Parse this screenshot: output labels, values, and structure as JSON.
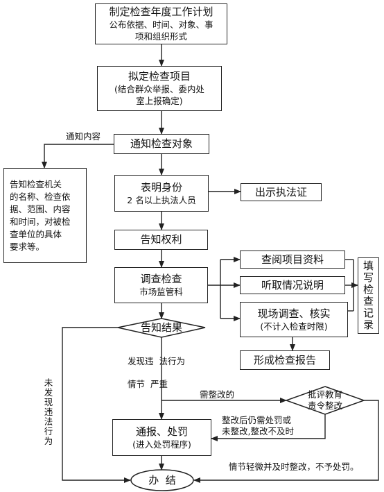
{
  "nodes": {
    "plan": {
      "title": "制定检查年度工作计划",
      "sub": [
        "公布依据、时间、对象、事",
        "项和组织形式"
      ]
    },
    "items": {
      "title": "拟定检查项目",
      "sub": [
        "(结合群众举报、委内处",
        "室上报确定)"
      ]
    },
    "notify": {
      "title": "通知检查对象"
    },
    "notice_content": {
      "lines": [
        "告知检查机关",
        "的名称、检查依",
        "据、范围、内容",
        "和时间，对被检",
        "查单位的具体",
        "要求等。"
      ]
    },
    "identity": {
      "title": "表明身份",
      "sub": "2 名以上执法人员"
    },
    "show_cert": {
      "title": "出示执法证"
    },
    "rights": {
      "title": "告知权利"
    },
    "investigate": {
      "title": "调查检查",
      "sub": "市场监管科"
    },
    "review_docs": {
      "title": "查阅项目资料"
    },
    "hear": {
      "title": "听取情况说明"
    },
    "site": {
      "title": "现场调查、核实",
      "sub": "(不计入检查时限)"
    },
    "record": {
      "chars": [
        "填",
        "写",
        "检",
        "查",
        "记",
        "录"
      ]
    },
    "result": {
      "title": "告知结果"
    },
    "report": {
      "title": "形成检查报告"
    },
    "educate": {
      "lines": [
        "批评教育",
        "责令整改"
      ]
    },
    "punish": {
      "title": "通报、处罚",
      "sub": "(进入处罚程序)"
    },
    "finish": {
      "title": "办  结"
    }
  },
  "labels": {
    "notice_content": "通知内容",
    "found_violation": "发现违  法行为",
    "serious": "情节  严重",
    "need_rectify": "需整改的",
    "still_punish": [
      "整改后仍需处罚或",
      "未整改,整改不及时"
    ],
    "minor": "情节轻微并及时整改，不予处罚。",
    "no_violation": [
      "未",
      "发",
      "现",
      "违",
      "法",
      "行",
      "为"
    ]
  }
}
